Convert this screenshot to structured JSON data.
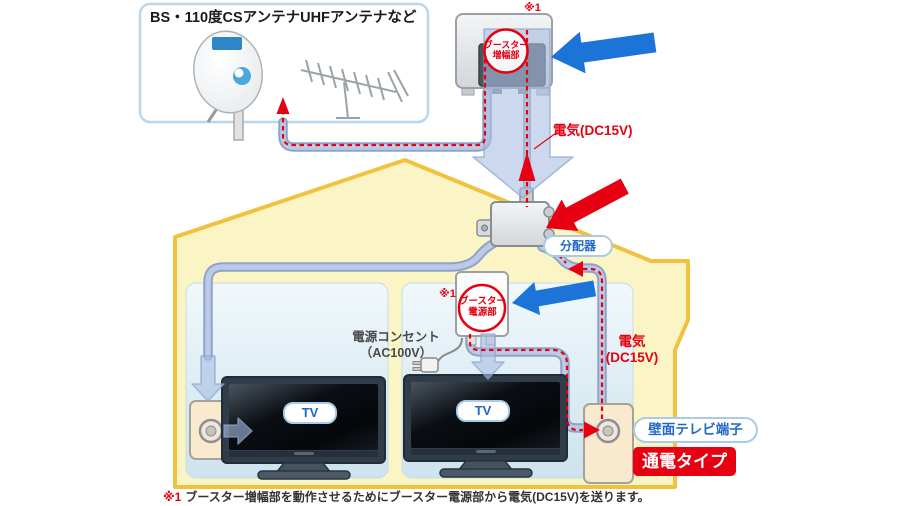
{
  "diagram": {
    "antenna_box": {
      "title": "BS・110度CSアンテナUHFアンテナなど"
    },
    "amplifier": {
      "note": "※1",
      "label1": "ブースター",
      "label2": "増幅部"
    },
    "splitter": {
      "label": "分配器"
    },
    "dc_top": {
      "label": "電気(DC15V)"
    },
    "dc_right": {
      "label1": "電気",
      "label2": "(DC15V)"
    },
    "power_unit": {
      "note": "※1",
      "label1": "ブースター",
      "label2": "電源部"
    },
    "outlet": {
      "label1": "電源コンセント",
      "label2": "（AC100V）"
    },
    "tv_left": {
      "label": "TV"
    },
    "tv_right": {
      "label": "TV"
    },
    "terminal": {
      "label": "壁面テレビ端子",
      "badge": "通電タイプ"
    },
    "footnote": {
      "ref": "※1",
      "text": "ブースター増幅部を動作させるためにブースター電源部から電気(DC15V)を送ります。"
    },
    "colors": {
      "accent_red": "#E60012",
      "pointer_blue": "#1C74D8",
      "label_blue": "#2068C8",
      "house_border": "#F0C240",
      "house_fill": "#FBF4C4",
      "room_fill": "#D9EAF3",
      "cable_tube": "#A8B9DC"
    }
  }
}
